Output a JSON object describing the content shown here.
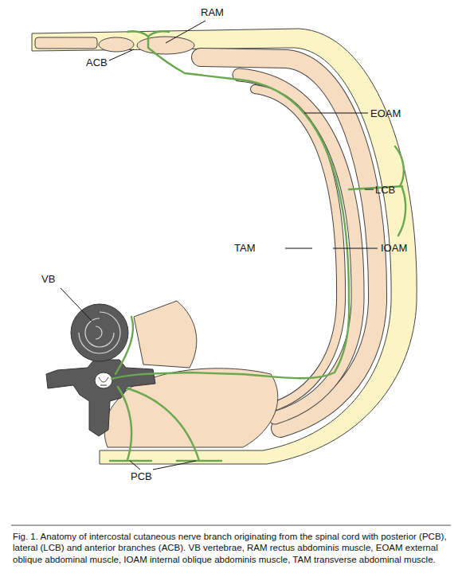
{
  "diagram": {
    "caption": "Fig. 1. Anatomy of intercostal cutaneous nerve branch originating from the spinal cord with posterior (PCB), lateral (LCB) and anterior branches (ACB). VB vertebrae, RAM rectus abdominis muscle, EOAM external oblique abdominal muscle, IOAM internal oblique abdominis muscle, TAM transverse abdominal muscle.",
    "labels": [
      "RAM",
      "ACB",
      "EOAM",
      "LCB",
      "TAM",
      "IOAM",
      "VB",
      "PCB"
    ]
  }
}
